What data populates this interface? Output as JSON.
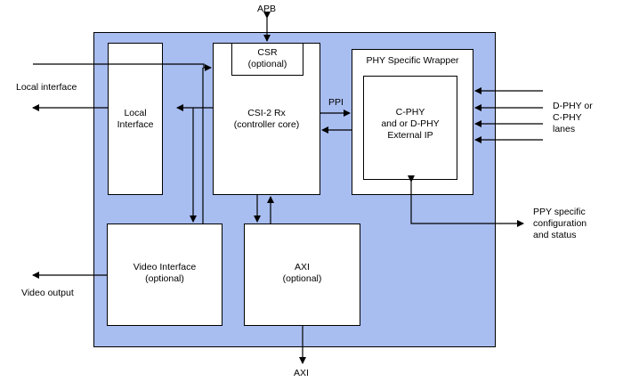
{
  "labels": {
    "apb": "APB",
    "axi_bottom": "AXI",
    "local_interface_ext": "Local interface",
    "video_output": "Video output",
    "ppi": "PPI",
    "dphy_lanes": [
      "D-PHY or",
      "C-PHY",
      "lanes"
    ],
    "ppy_config": [
      "PPY specific",
      "configuration",
      "and status"
    ]
  },
  "blocks": {
    "local_interface": [
      "Local",
      "Interface"
    ],
    "csr": [
      "CSR",
      "(optional)"
    ],
    "csi2_rx": [
      "CSI-2 Rx",
      "(controller core)"
    ],
    "phy_wrapper": "PHY Specific Wrapper",
    "cphy": [
      "C-PHY",
      "and or D-PHY",
      "External IP"
    ],
    "video_interface": [
      "Video Interface",
      "(optional)"
    ],
    "axi_block": [
      "AXI",
      "(optional)"
    ]
  },
  "colors": {
    "subsystem_fill": "#a8bdf0",
    "line": "#000000"
  }
}
